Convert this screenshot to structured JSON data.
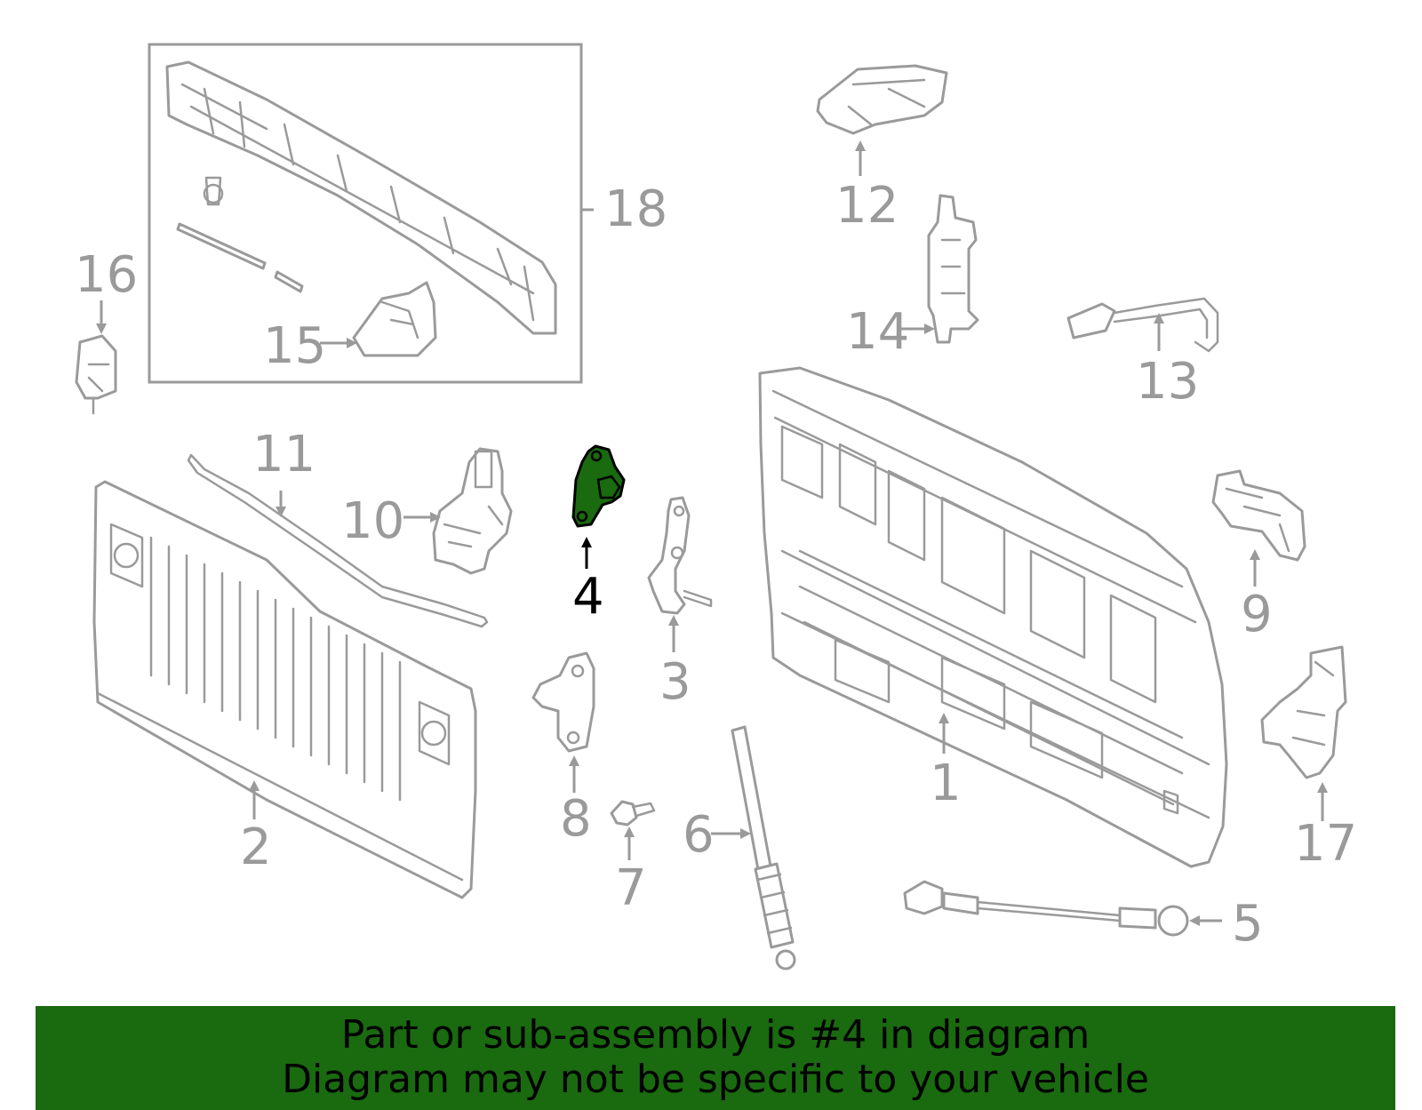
{
  "diagram": {
    "callouts": [
      {
        "id": "1",
        "label": "1"
      },
      {
        "id": "2",
        "label": "2"
      },
      {
        "id": "3",
        "label": "3"
      },
      {
        "id": "4",
        "label": "4"
      },
      {
        "id": "5",
        "label": "5"
      },
      {
        "id": "6",
        "label": "6"
      },
      {
        "id": "7",
        "label": "7"
      },
      {
        "id": "8",
        "label": "8"
      },
      {
        "id": "9",
        "label": "9"
      },
      {
        "id": "10",
        "label": "10"
      },
      {
        "id": "11",
        "label": "11"
      },
      {
        "id": "12",
        "label": "12"
      },
      {
        "id": "13",
        "label": "13"
      },
      {
        "id": "14",
        "label": "14"
      },
      {
        "id": "15",
        "label": "15"
      },
      {
        "id": "16",
        "label": "16"
      },
      {
        "id": "17",
        "label": "17"
      },
      {
        "id": "18",
        "label": "18"
      }
    ],
    "highlighted_part": "4",
    "colors": {
      "highlight": "#1a6a10",
      "line": "#9a9a9a",
      "active_label": "#000000"
    }
  },
  "banner": {
    "line1": "Part or sub-assembly is #4 in diagram",
    "line2": "Diagram may not be specific to your vehicle"
  }
}
